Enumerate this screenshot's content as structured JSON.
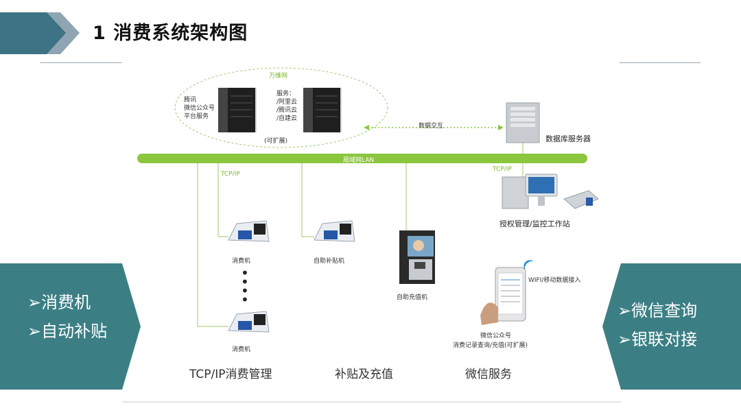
{
  "header": {
    "number": "1",
    "title": "消费系统架构图"
  },
  "internet": {
    "label": "万维网",
    "left_service_lines": [
      "腾讯",
      "微信公众号",
      "平台服务"
    ],
    "right_service_lines": [
      "服务：",
      "/阿里云",
      "/腾讯云",
      "/自建云"
    ],
    "expandable": "(可扩展)"
  },
  "data_exchange": "数据交互",
  "db_server": "数据库服务器",
  "lan": "局域网LAN",
  "tcpip_label_1": "TCP/IP",
  "tcpip_label_2": "TCP/IP",
  "workstation": "授权管理/监控工作站",
  "terminal_1": "消费机",
  "terminal_2": "自助补贴机",
  "terminal_3": "消费机",
  "recharge": "自助充值机",
  "wifi": "WIFI/移动数据接入",
  "wechat_line1": "微信公众号",
  "wechat_line2": "消费记录查询/充值(可扩展)",
  "categories": [
    "TCP/IP消费管理",
    "补贴及充值",
    "微信服务"
  ],
  "left_panel": [
    "➢消费机",
    "➢自动补贴"
  ],
  "right_panel": [
    "➢微信查询",
    "➢银联对接"
  ],
  "colors": {
    "teal": "#3b7f85",
    "lan_green": "#8cc63f",
    "header_dark": "#3d7384",
    "header_light": "#7a9aa8"
  }
}
